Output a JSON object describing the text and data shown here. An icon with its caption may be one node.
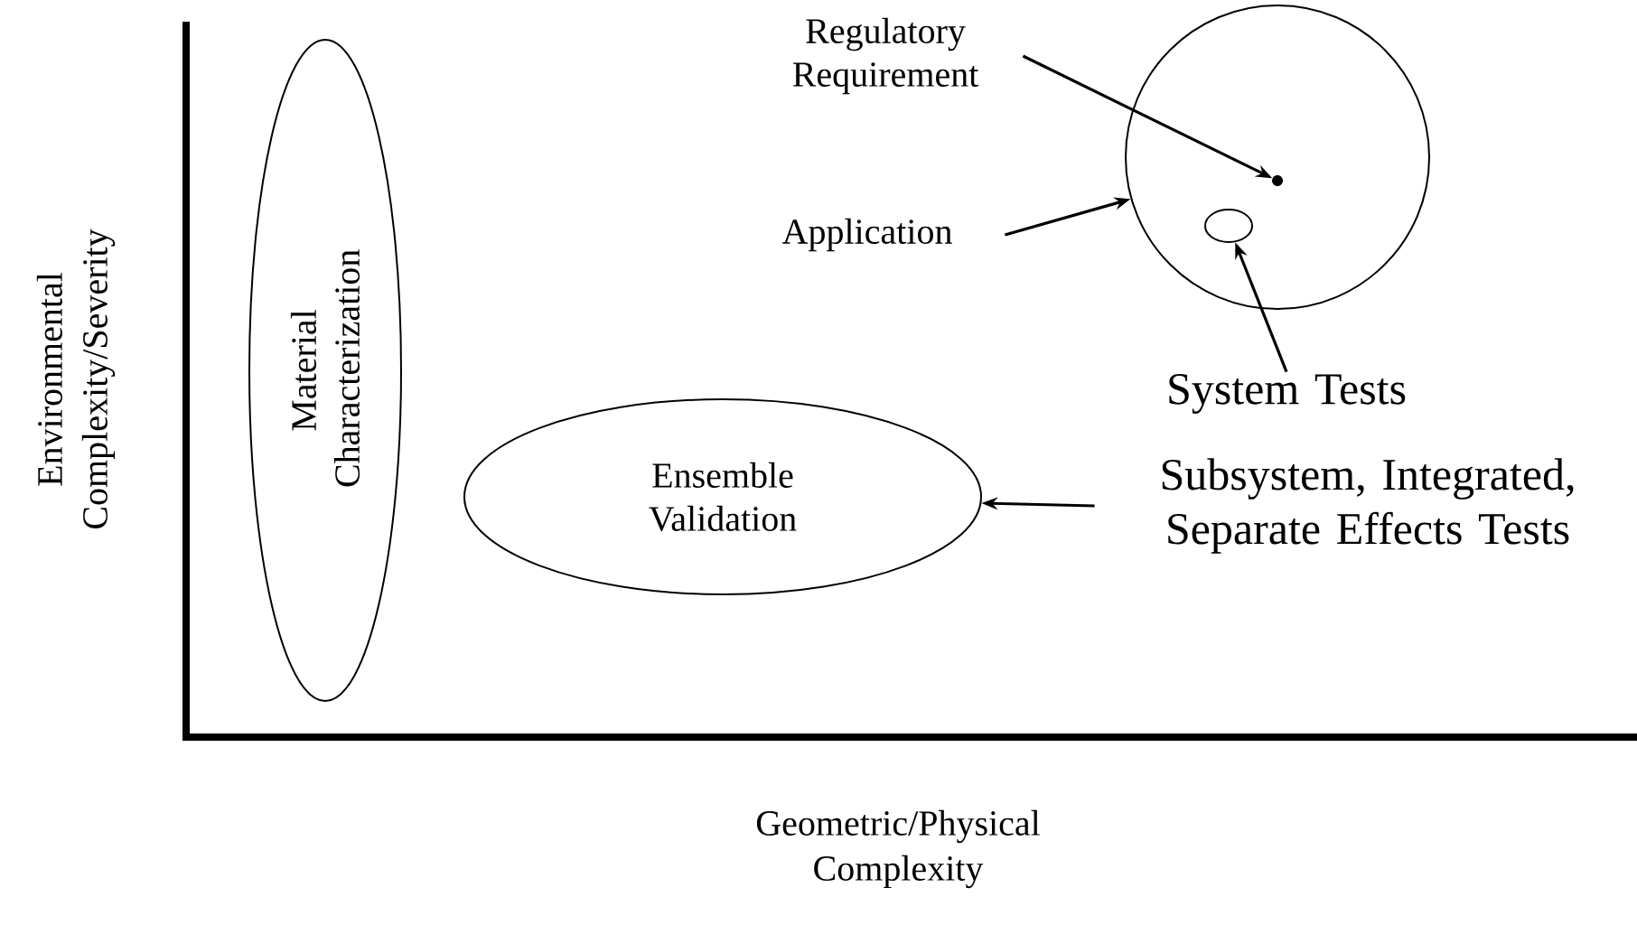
{
  "diagram": {
    "nodes": [
      {
        "text": [
          "Material Characterization"
        ]
      },
      {
        "text": [
          "Ensemble Validation"
        ]
      },
      {
        "text": [],
        "shape": "circle"
      },
      {
        "text": [],
        "shape": "dot",
        "in": 2
      },
      {
        "text": [],
        "shape": "circle",
        "in": 2
      },
      {
        "text": [
          "Regulatory Requirement"
        ]
      },
      {
        "text": [
          "Application"
        ]
      },
      {
        "text": [
          "System Tests"
        ]
      },
      {
        "text": [
          "Subsystem, Integrated, Separate Effects Tests"
        ]
      }
    ],
    "edges": [
      {
        "from": 5,
        "to": 3,
        "arrow": "to"
      },
      {
        "from": 6,
        "to": 2,
        "arrow": "to"
      },
      {
        "from": 7,
        "to": 4,
        "arrow": "to"
      },
      {
        "from": 8,
        "to": 1,
        "arrow": "to"
      }
    ],
    "labels": [
      "Environmental Complexity/Severity",
      "Geometric/Physical Complexity"
    ]
  }
}
